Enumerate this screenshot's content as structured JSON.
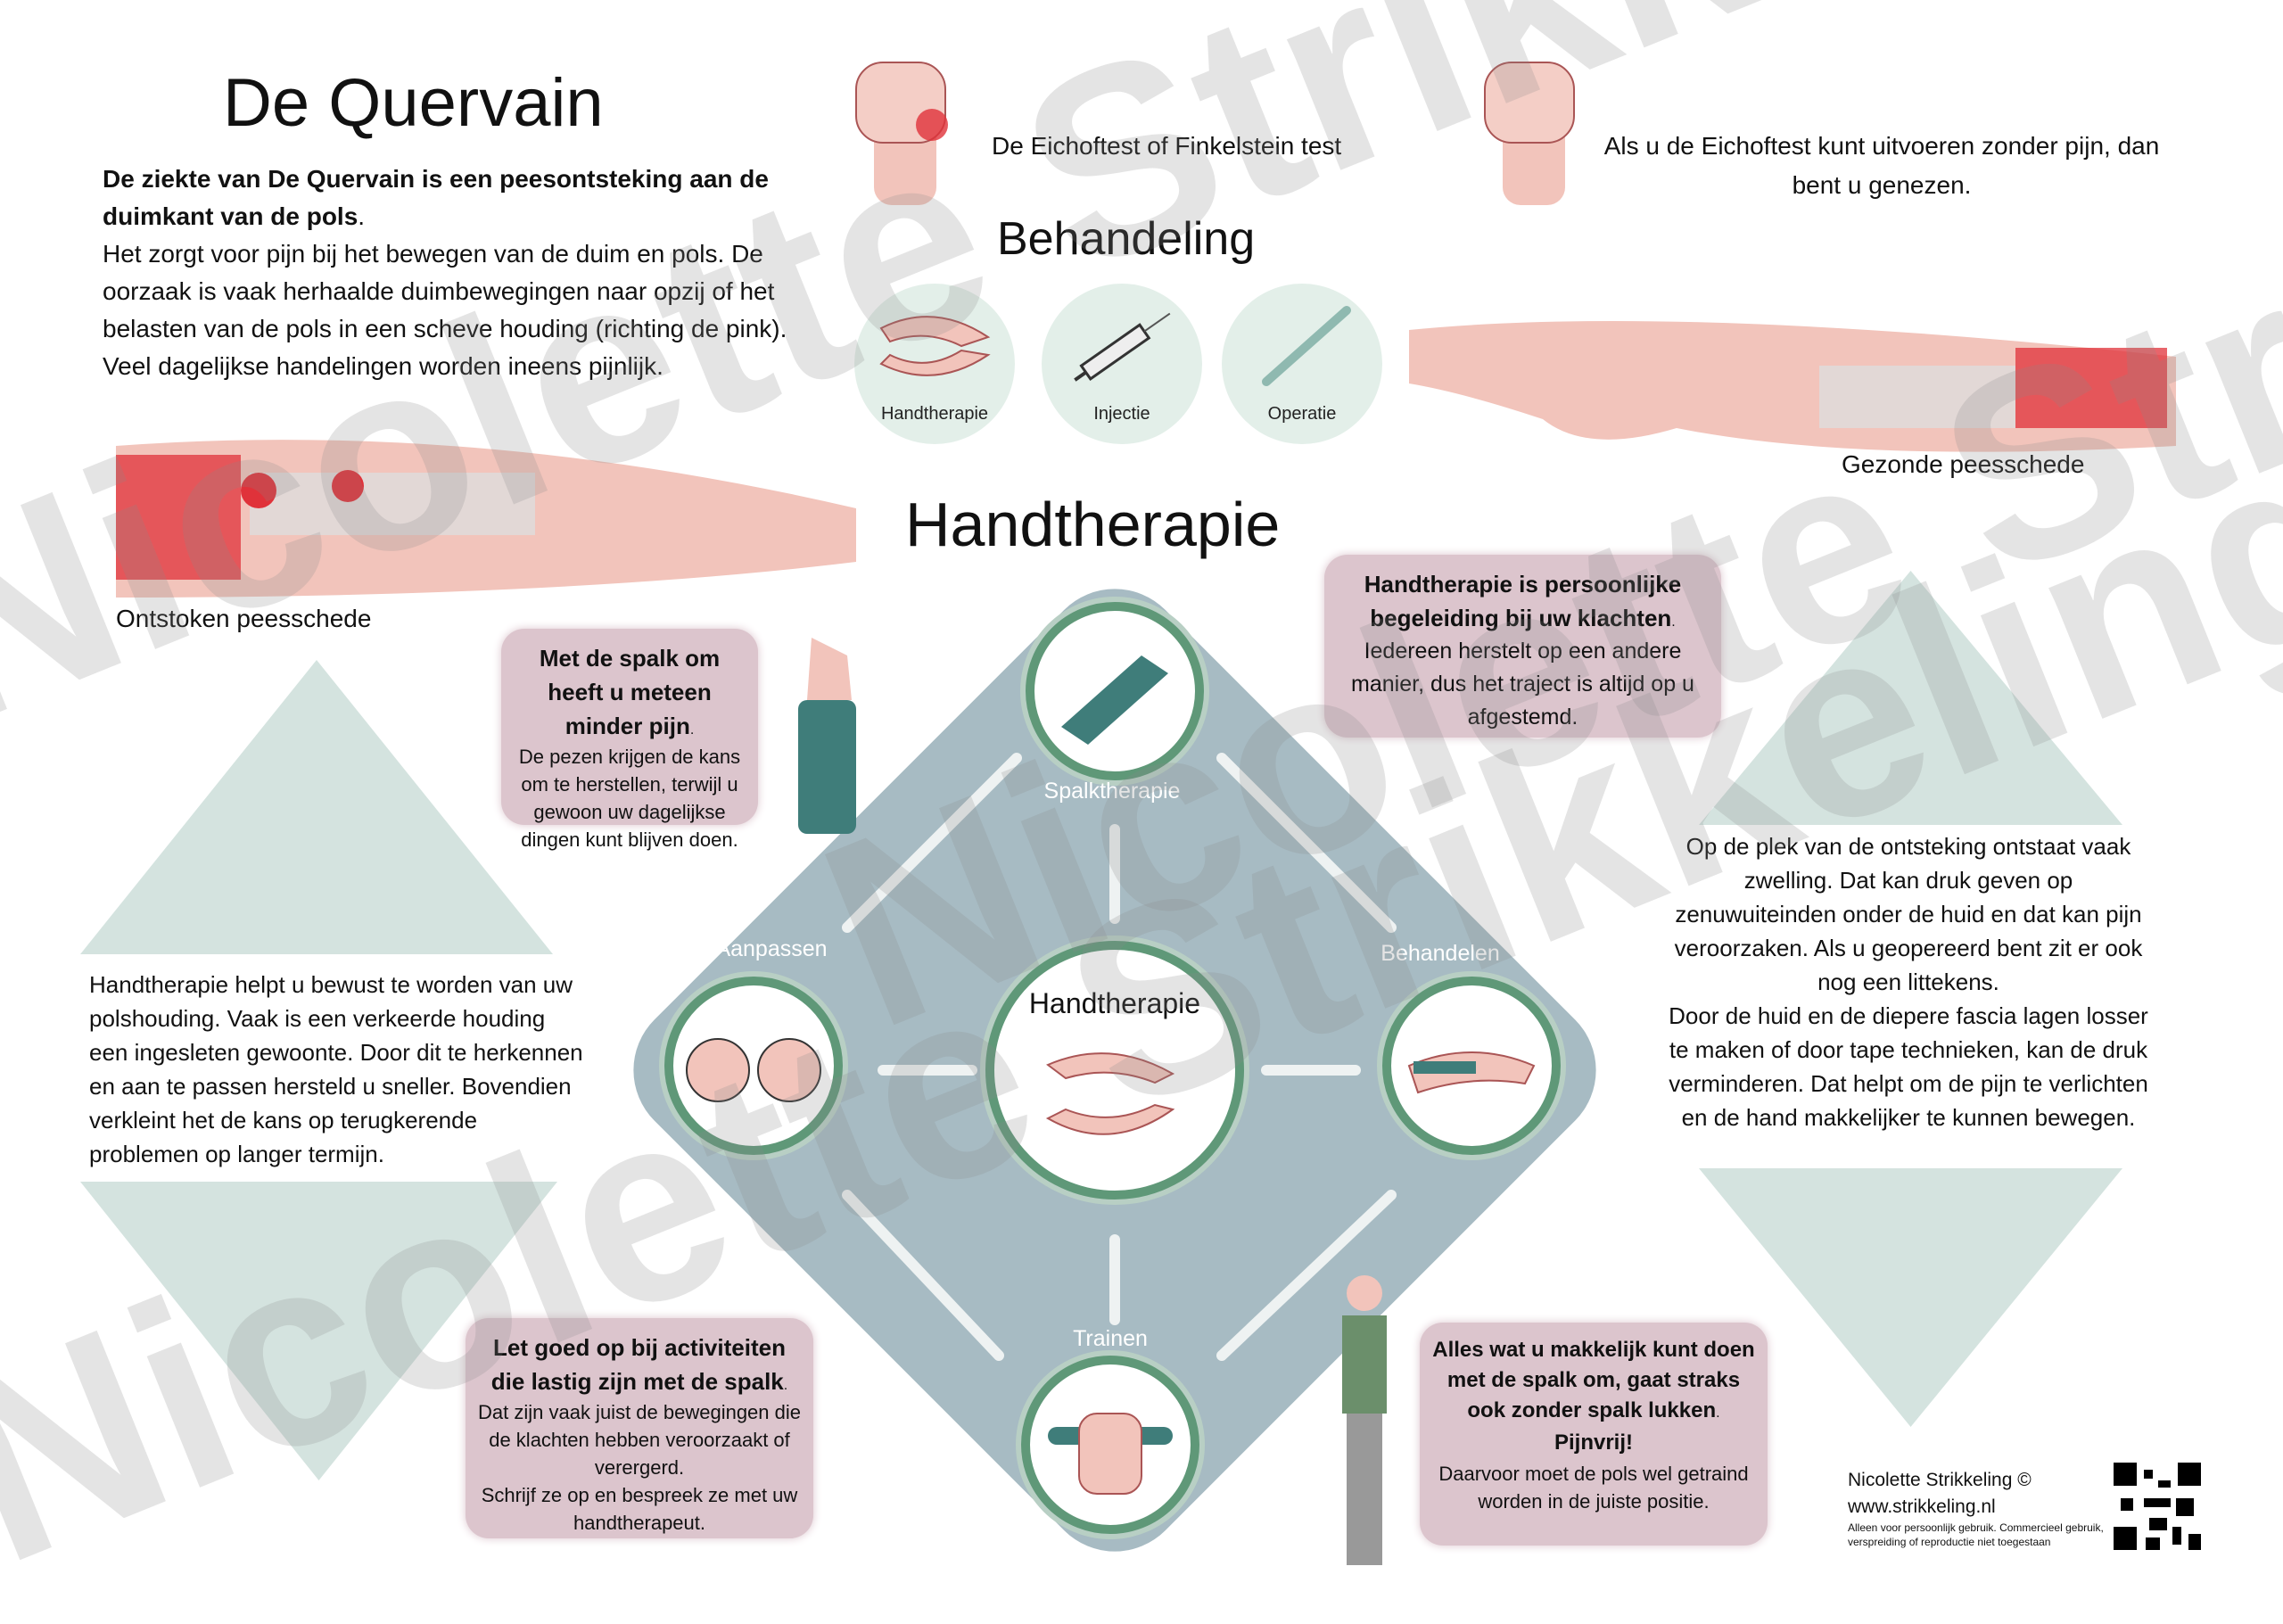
{
  "title": "De Quervain",
  "intro": {
    "bold": "De ziekte van De Quervain is een peesontsteking aan de duimkant van de pols",
    "bold_end": ".",
    "body": "Het zorgt voor pijn bij het bewegen van de duim en pols. De oorzaak is vaak herhaalde duimbewegingen naar opzij of het belasten van de pols in een scheve houding (richting de pink). Veel dagelijkse handelingen worden ineens pijnlijk."
  },
  "test": {
    "label": "De Eichoftest of Finkelstein test",
    "healed": "Als u de Eichoftest kunt uitvoeren zonder pijn, dan bent u genezen."
  },
  "behandeling": {
    "title": "Behandeling",
    "options": [
      "Handtherapie",
      "Injectie",
      "Operatie"
    ]
  },
  "arms": {
    "healthy": "Gezonde peesschede",
    "inflamed": "Ontstoken peesschede"
  },
  "handtherapie": {
    "title": "Handtherapie",
    "center": "Handtherapie",
    "nodes": {
      "top": "Spalktherapie",
      "left": "Aanpassen",
      "right": "Behandelen",
      "bottom": "Trainen"
    }
  },
  "boxes": {
    "spalk": {
      "bold": "Met de spalk om heeft u meteen minder pijn",
      "end": ".",
      "body": "De pezen krijgen de kans om te herstellen, terwijl u gewoon uw dagelijkse dingen kunt blijven doen."
    },
    "persoonlijk": {
      "bold": "Handtherapie is persoonlijke begeleiding bij uw klachten",
      "end": ".",
      "body": "Iedereen herstelt op een andere manier, dus het traject is altijd op u afgestemd."
    },
    "activiteiten": {
      "bold": "Let goed op bij activiteiten die lastig zijn met de spalk",
      "end": ".",
      "body": "Dat zijn vaak juist de bewegingen die de klachten hebben veroorzaakt of verergerd.",
      "body2": "Schrijf ze op en bespreek ze met uw handtherapeut."
    },
    "trainen": {
      "bold": "Alles wat u makkelijk kunt doen met de spalk om, gaat straks ook zonder spalk lukken",
      "end": ".",
      "bold2": "Pijnvrij!",
      "body": "Daarvoor moet de pols wel getraind worden in de juiste positie."
    }
  },
  "left_text": "Handtherapie helpt u bewust te worden van uw polshouding. Vaak is een verkeerde houding een ingesleten gewoonte. Door dit te herkennen en aan te passen hersteld u sneller. Bovendien verkleint het de kans op terugkerende problemen op langer termijn.",
  "right_text": {
    "p1": "Op de plek van de ontsteking ontstaat vaak zwelling. Dat kan druk geven op zenuwuiteinden onder de huid en dat kan pijn veroorzaken. Als u geopereerd bent zit er ook nog een littekens.",
    "p2": "Door de huid en de diepere fascia lagen losser te maken of door tape technieken, kan de druk verminderen. Dat helpt om de pijn te verlichten en de hand makkelijker te kunnen bewegen."
  },
  "footer": {
    "author": "Nicolette Strikkeling ©",
    "url": "www.strikkeling.nl",
    "notice": "Alleen voor persoonlijk gebruik. Commercieel gebruik, verspreiding of reproductie niet toegestaan"
  },
  "watermark": "Nicolette Strikkeling",
  "colors": {
    "diamond": "#a7bbc3",
    "circle_border": "#5f9878",
    "pink_box": "#dcc5cd",
    "triangle": "#d4e3df",
    "inflammation": "#e0323a"
  }
}
